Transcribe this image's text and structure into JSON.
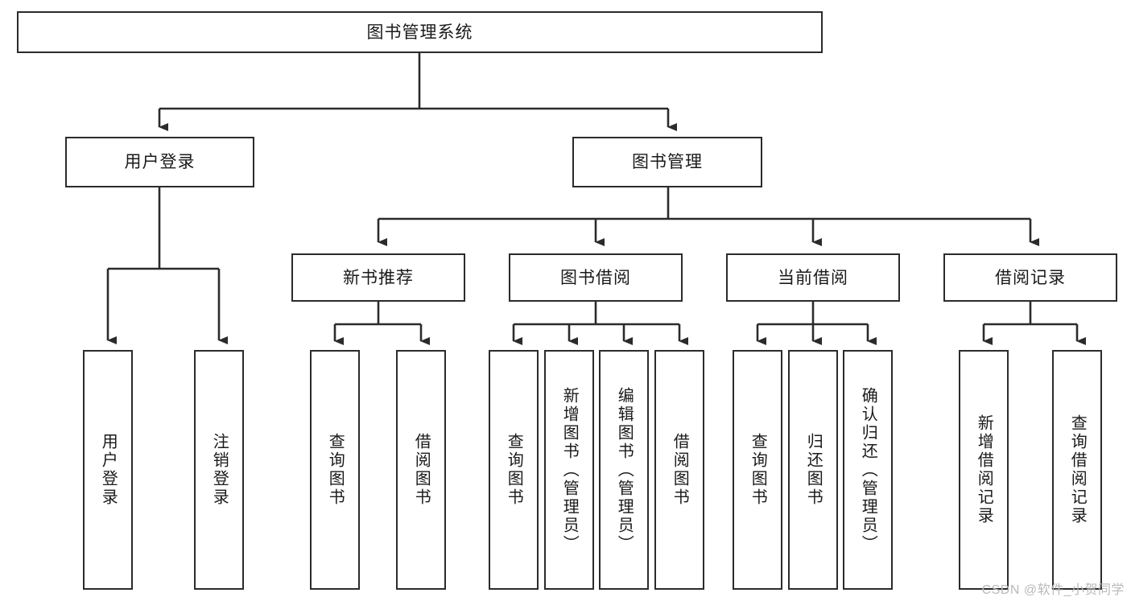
{
  "diagram": {
    "type": "tree-hierarchy-chart",
    "title_text": "图书管理系统",
    "root": {
      "label": "图书管理系统"
    },
    "level2": [
      {
        "id": "user-login",
        "label": "用户登录"
      },
      {
        "id": "book-manage",
        "label": "图书管理"
      }
    ],
    "level3": [
      {
        "id": "new-book-recommend",
        "label": "新书推荐"
      },
      {
        "id": "book-borrow",
        "label": "图书借阅"
      },
      {
        "id": "current-borrow",
        "label": "当前借阅"
      },
      {
        "id": "borrow-record",
        "label": "借阅记录"
      }
    ],
    "leaves": {
      "user_login": [
        {
          "id": "leaf-user-login",
          "label": "用户登录"
        },
        {
          "id": "leaf-logout-login",
          "label": "注销登录"
        }
      ],
      "new_book_recommend": [
        {
          "id": "leaf-query-book-1",
          "label": "查询图书"
        },
        {
          "id": "leaf-borrow-book-1",
          "label": "借阅图书"
        }
      ],
      "book_borrow": [
        {
          "id": "leaf-query-book-2",
          "label": "查询图书"
        },
        {
          "id": "leaf-add-book",
          "label": "新增图书（管理员）"
        },
        {
          "id": "leaf-edit-book",
          "label": "编辑图书（管理员）"
        },
        {
          "id": "leaf-borrow-book-2",
          "label": "借阅图书"
        }
      ],
      "current_borrow": [
        {
          "id": "leaf-query-book-3",
          "label": "查询图书"
        },
        {
          "id": "leaf-return-book",
          "label": "归还图书"
        },
        {
          "id": "leaf-confirm-return",
          "label": "确认归还（管理员）"
        }
      ],
      "borrow_record": [
        {
          "id": "leaf-add-record",
          "label": "新增借阅记录"
        },
        {
          "id": "leaf-query-record",
          "label": "查询借阅记录"
        }
      ]
    },
    "colors": {
      "stroke": "#2b2b2b",
      "fill": "#ffffff",
      "text": "#1a1a1a",
      "watermark": "#b9b9b9"
    }
  },
  "watermark": {
    "text": "CSDN @软件_小贺同学"
  }
}
